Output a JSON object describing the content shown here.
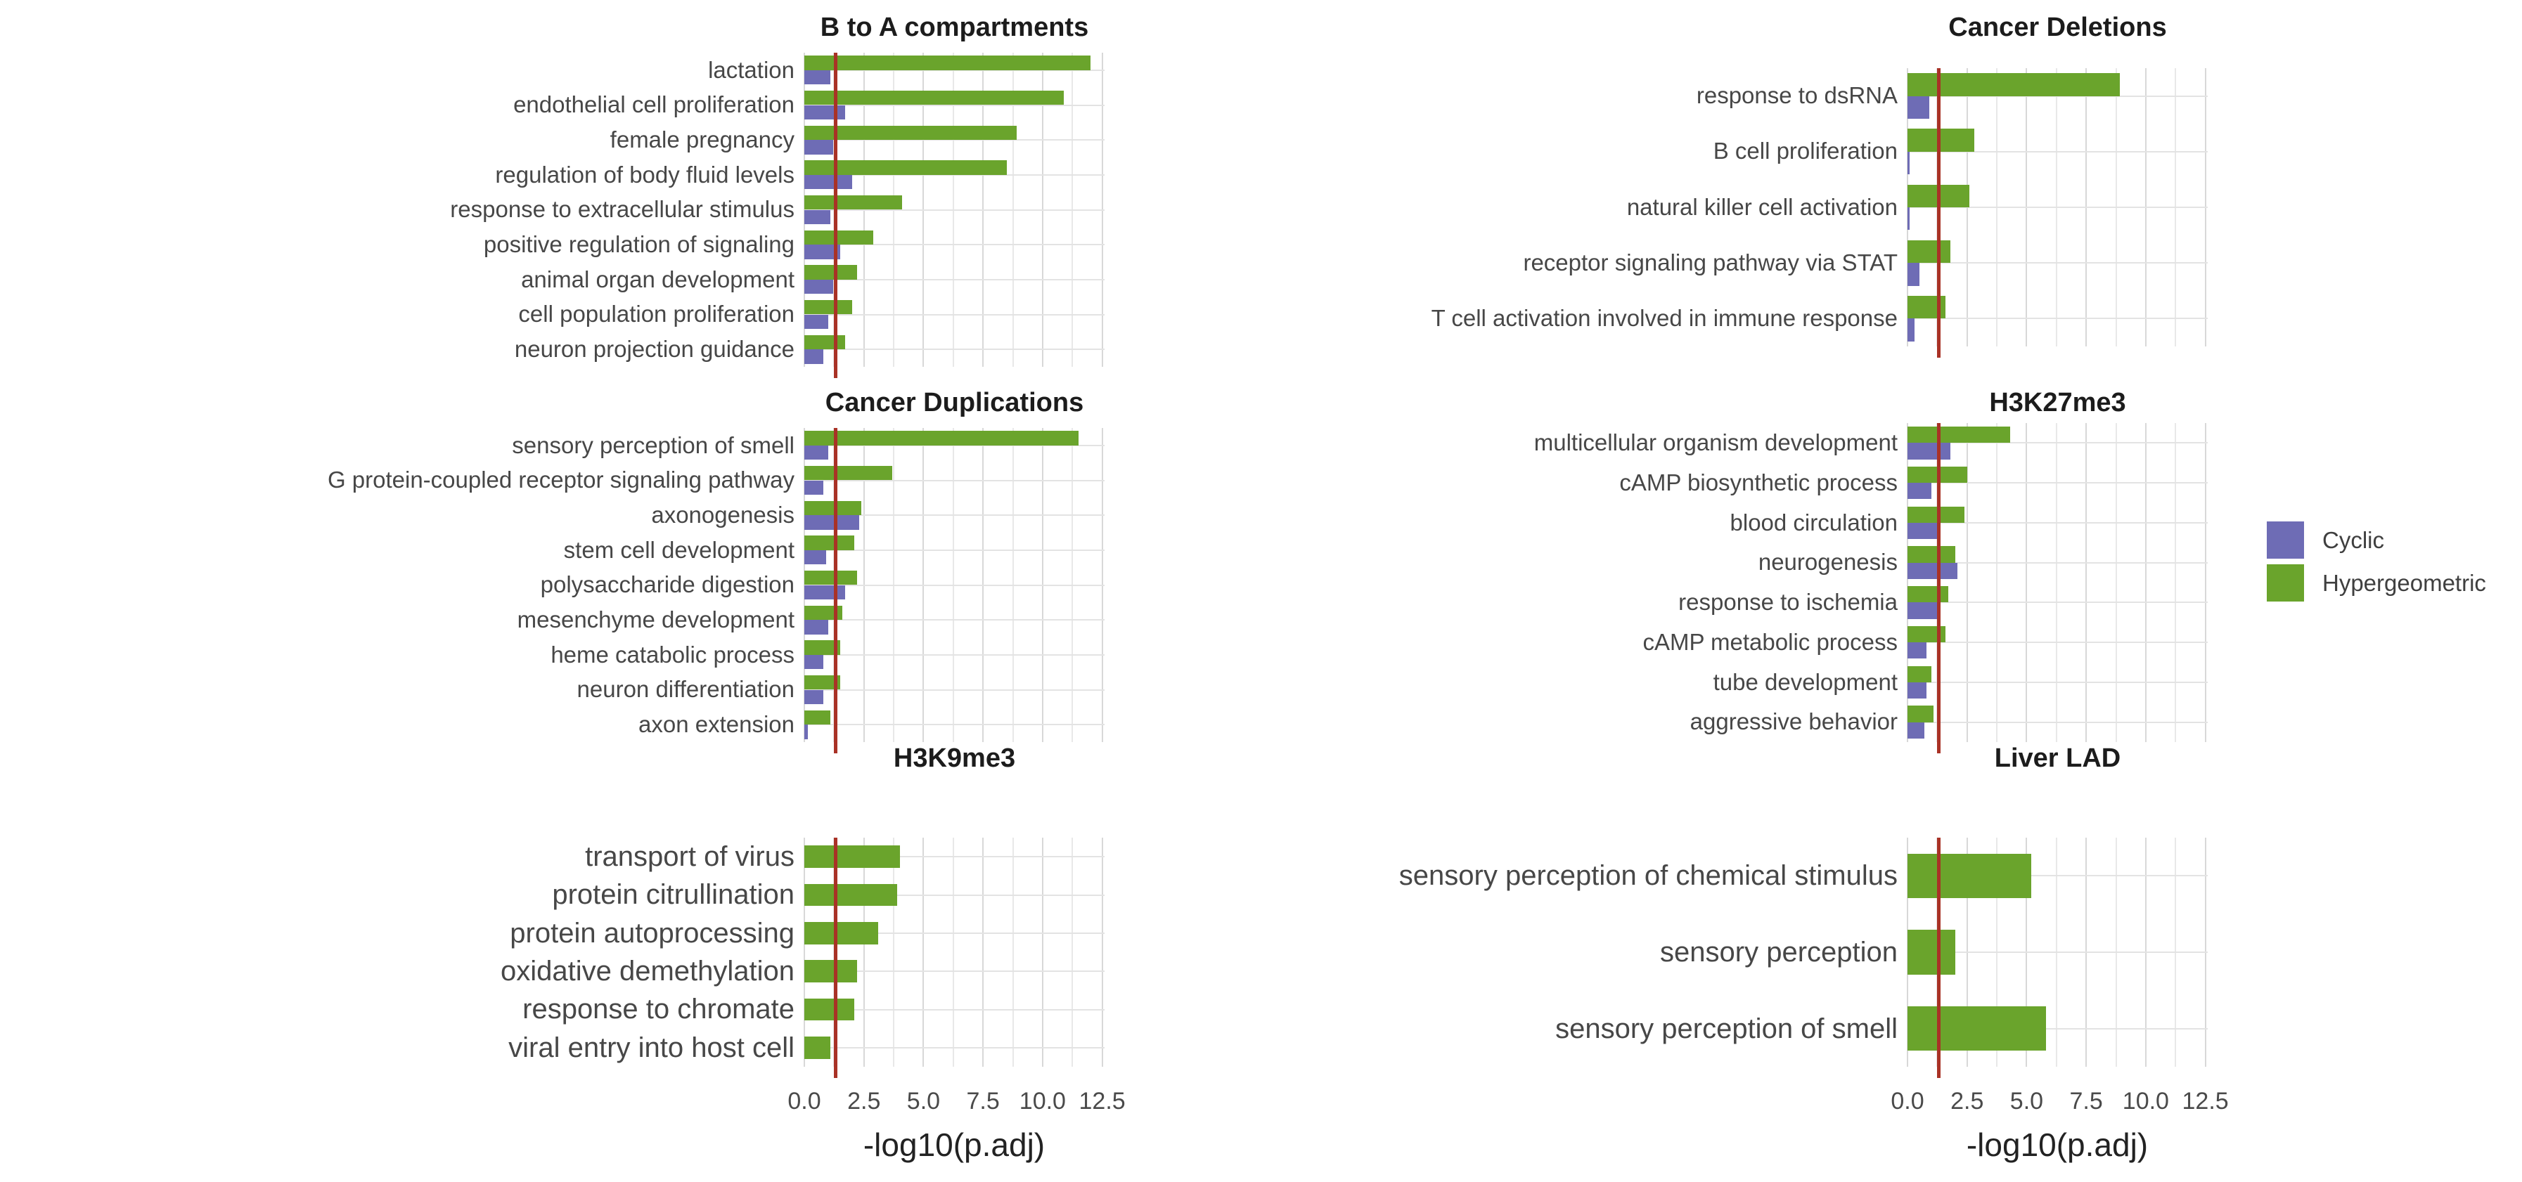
{
  "figure": {
    "background": "#ffffff"
  },
  "colors": {
    "cyclic": "#6E6CB5",
    "hypergeometric": "#6AA42C",
    "threshold_line": "#A93226",
    "gridline_minor": "#E8E8E8",
    "gridline_major": "#D8D8D8",
    "label_text": "#474747",
    "title_text": "#1C1C1C",
    "tick_text": "#4A4A4A"
  },
  "legend": {
    "items": [
      {
        "label": "Cyclic",
        "color_key": "cyclic"
      },
      {
        "label": "Hypergeometric",
        "color_key": "hypergeometric"
      }
    ]
  },
  "x_axis": {
    "title": "-log10(p.adj)",
    "tick_labels": [
      "0.0",
      "2.5",
      "5.0",
      "7.5",
      "10.0",
      "12.5"
    ],
    "tick_values": [
      0,
      2.5,
      5,
      7.5,
      10,
      12.5
    ],
    "minor_step": 1.25,
    "range_max": 12.6,
    "threshold_value": 1.3
  },
  "chart_data": [
    {
      "type": "bar",
      "orientation": "horizontal",
      "title": "B to A compartments",
      "xlabel": "-log10(p.adj)",
      "xlim": [
        0,
        12.6
      ],
      "show_x_tick_labels": false,
      "categories": [
        "lactation",
        "endothelial cell proliferation",
        "female pregnancy",
        "regulation of body fluid levels",
        "response to extracellular stimulus",
        "positive regulation of signaling",
        "animal organ development",
        "cell population proliferation",
        "neuron projection guidance"
      ],
      "series": [
        {
          "name": "Cyclic",
          "values": [
            1.1,
            1.7,
            1.2,
            2.0,
            1.1,
            1.5,
            1.2,
            1.0,
            0.8
          ]
        },
        {
          "name": "Hypergeometric",
          "values": [
            12.0,
            10.9,
            8.9,
            8.5,
            4.1,
            2.9,
            2.2,
            2.0,
            1.7
          ]
        }
      ]
    },
    {
      "type": "bar",
      "orientation": "horizontal",
      "title": "Cancer Deletions",
      "xlabel": "-log10(p.adj)",
      "xlim": [
        0,
        12.6
      ],
      "show_x_tick_labels": false,
      "categories": [
        "response to dsRNA",
        "B cell proliferation",
        "natural killer cell activation",
        "receptor signaling pathway via STAT",
        "T cell activation involved in immune response"
      ],
      "series": [
        {
          "name": "Cyclic",
          "values": [
            0.9,
            0.1,
            0.1,
            0.5,
            0.3
          ]
        },
        {
          "name": "Hypergeometric",
          "values": [
            8.9,
            2.8,
            2.6,
            1.8,
            1.6
          ]
        }
      ]
    },
    {
      "type": "bar",
      "orientation": "horizontal",
      "title": "Cancer Duplications",
      "xlabel": "-log10(p.adj)",
      "xlim": [
        0,
        12.6
      ],
      "show_x_tick_labels": false,
      "categories": [
        "sensory perception of smell",
        "G protein-coupled receptor signaling pathway",
        "axonogenesis",
        "stem cell development",
        "polysaccharide digestion",
        "mesenchyme development",
        "heme catabolic process",
        "neuron differentiation",
        "axon extension"
      ],
      "series": [
        {
          "name": "Cyclic",
          "values": [
            1.0,
            0.8,
            2.3,
            0.9,
            1.7,
            1.0,
            0.8,
            0.8,
            0.15
          ]
        },
        {
          "name": "Hypergeometric",
          "values": [
            11.5,
            3.7,
            2.4,
            2.1,
            2.2,
            1.6,
            1.5,
            1.5,
            1.1
          ]
        }
      ]
    },
    {
      "type": "bar",
      "orientation": "horizontal",
      "title": "H3K27me3",
      "xlabel": "-log10(p.adj)",
      "xlim": [
        0,
        12.6
      ],
      "show_x_tick_labels": false,
      "categories": [
        "multicellular organism development",
        "cAMP biosynthetic process",
        "blood circulation",
        "neurogenesis",
        "response to ischemia",
        "cAMP metabolic process",
        "tube development",
        "aggressive behavior"
      ],
      "series": [
        {
          "name": "Cyclic",
          "values": [
            1.8,
            1.0,
            1.4,
            2.1,
            1.3,
            0.8,
            0.8,
            0.7
          ]
        },
        {
          "name": "Hypergeometric",
          "values": [
            4.3,
            2.5,
            2.4,
            2.0,
            1.7,
            1.6,
            1.0,
            1.1
          ]
        }
      ]
    },
    {
      "type": "bar",
      "orientation": "horizontal",
      "title": "H3K9me3",
      "xlabel": "-log10(p.adj)",
      "xlim": [
        0,
        12.6
      ],
      "show_x_tick_labels": true,
      "categories": [
        "transport of virus",
        "protein citrullination",
        "protein autoprocessing",
        "oxidative demethylation",
        "response to chromate",
        "viral entry into host cell"
      ],
      "series": [
        {
          "name": "Cyclic",
          "values": [
            null,
            null,
            null,
            null,
            null,
            null
          ]
        },
        {
          "name": "Hypergeometric",
          "values": [
            4.0,
            3.9,
            3.1,
            2.2,
            2.1,
            1.1
          ]
        }
      ]
    },
    {
      "type": "bar",
      "orientation": "horizontal",
      "title": "Liver LAD",
      "xlabel": "-log10(p.adj)",
      "xlim": [
        0,
        12.6
      ],
      "show_x_tick_labels": true,
      "categories": [
        "sensory perception of chemical stimulus",
        "sensory perception",
        "sensory perception of smell"
      ],
      "series": [
        {
          "name": "Cyclic",
          "values": [
            null,
            null,
            null
          ]
        },
        {
          "name": "Hypergeometric",
          "values": [
            5.2,
            2.0,
            5.8
          ]
        }
      ]
    }
  ]
}
